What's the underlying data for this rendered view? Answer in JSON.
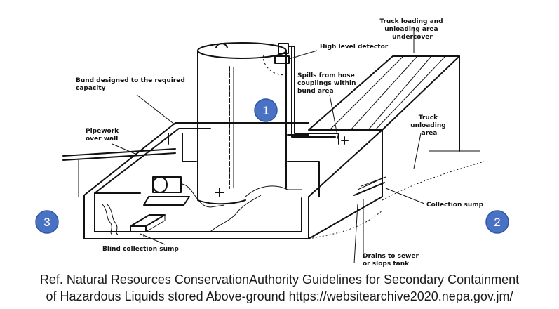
{
  "labels": {
    "truck_loading": [
      "Truck loading and",
      "unloading area",
      "undercover"
    ],
    "high_level": [
      "High level detector"
    ],
    "bund": [
      "Bund designed to the required",
      "capacity"
    ],
    "spills": [
      "Spills from hose",
      "couplings within",
      "bund area"
    ],
    "truck_unloading": [
      "Truck",
      "unloading",
      "area"
    ],
    "pipework": [
      "Pipework",
      "over wall"
    ],
    "collection_sump": [
      "Collection sump"
    ],
    "blind_sump": [
      "Blind collection sump"
    ],
    "drains": [
      "Drains to sewer",
      "or slops tank"
    ]
  },
  "badges": [
    "1",
    "2",
    "3"
  ],
  "caption": {
    "line1": "Ref. Natural Resources ConservationAuthority Guidelines for Secondary Containment",
    "line2": "of Hazardous Liquids stored Above-ground https://websitearchive2020.nepa.gov.jm/"
  },
  "colors": {
    "badge": "#4a72c4",
    "ink": "#111111"
  }
}
